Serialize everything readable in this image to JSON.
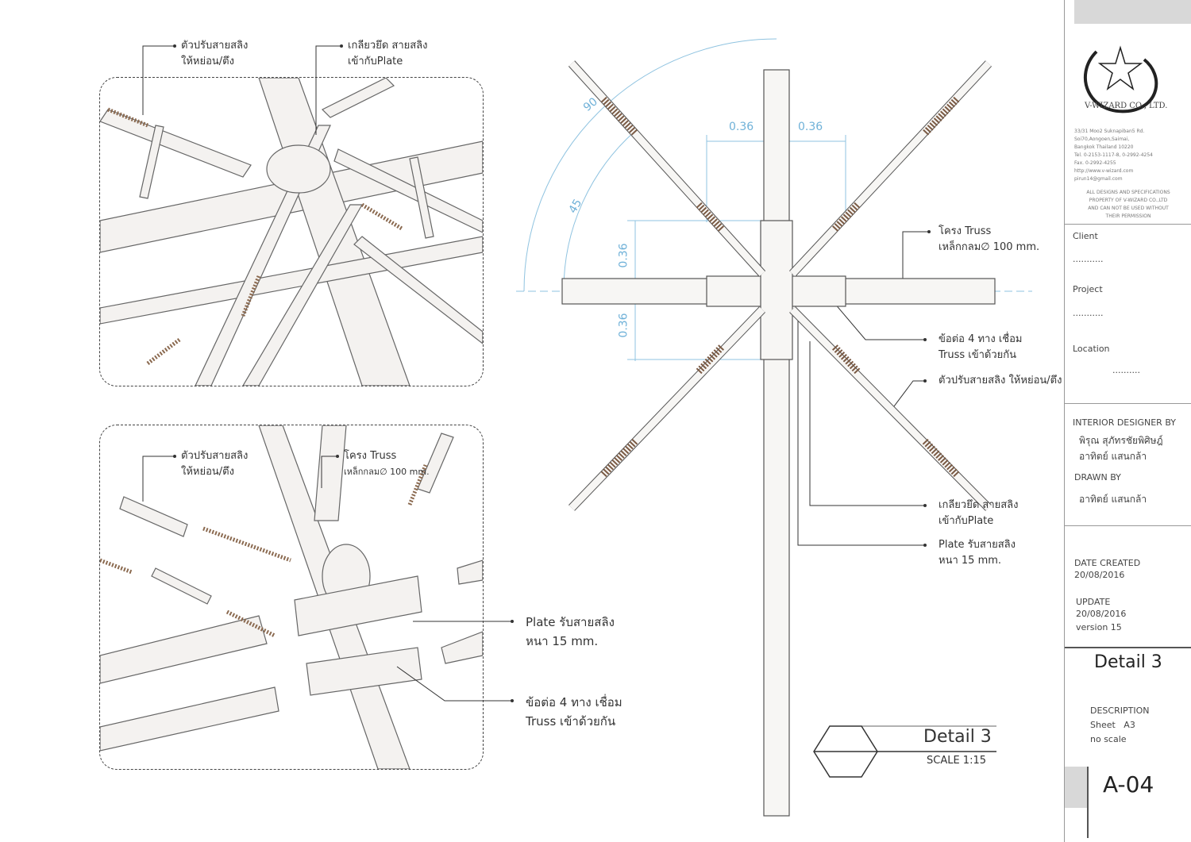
{
  "company": {
    "name": "V-WIZARD CO., LTD.",
    "address": [
      "33/31 Moo2 Suknapiban5 Rd.",
      "Soi70,Aongoen,Saimai,",
      "Bangkok Thailand 10220",
      "Tel. 0-2153-1117-8, 0-2992-4254",
      "Fax. 0-2992-4255",
      "http://www.v-wizard.com",
      "pirun14@gmail.com"
    ],
    "notice": [
      "ALL DESIGNS AND SPECIFICATIONS",
      "PROPERTY OF V-WIZARD CO.,LTD",
      "AND CAN NOT BE USED WITHOUT",
      "THEIR PERMISSION"
    ]
  },
  "titleblock": {
    "client_label": "Client",
    "client_value": "...........",
    "project_label": "Project",
    "project_value": "...........",
    "location_label": "Location",
    "location_value": "..........",
    "designer_label": "INTERIOR DESIGNER BY",
    "designers": [
      "พิรุณ สุภัทรชัยพิศิษฎ์",
      "อาทิตย์ แสนกล้า"
    ],
    "drawn_label": "DRAWN BY",
    "drawn_by": "อาทิตย์ แสนกล้า",
    "date_created_label": "DATE CREATED",
    "date_created": "20/08/2016",
    "update_label": "UPDATE",
    "update": "20/08/2016",
    "version": "version 15",
    "title": "Detail 3",
    "description_label": "DESCRIPTION",
    "sheet": "Sheet   A3",
    "scale": "no scale",
    "sheet_no": "A-04"
  },
  "detail_tag": {
    "title": "Detail 3",
    "scale": "SCALE 1:15"
  },
  "dimensions": {
    "d1": "0.36",
    "d2": "0.36",
    "d3": "0.36",
    "d4": "0.36",
    "angle45": "45",
    "angle90": "90"
  },
  "callouts": {
    "top_left": [
      [
        "ตัวปรับสายสลิง",
        "ให้หย่อน/ตึง"
      ],
      [
        "เกลียวยึด สายสลิง",
        "เข้ากับPlate"
      ]
    ],
    "bottom_left": [
      [
        "ตัวปรับสายสลิง",
        "ให้หย่อน/ตึง"
      ],
      [
        "โครง Truss",
        "เหล็กกลม∅ 100 mm."
      ],
      [
        "Plate รับสายสลิง",
        "หนา 15 mm."
      ],
      [
        "ข้อต่อ 4 ทาง เชื่อม",
        "Truss เข้าด้วยกัน"
      ]
    ],
    "plan": [
      [
        "โครง Truss",
        "เหล็กกลม∅  100 mm."
      ],
      [
        "ข้อต่อ 4 ทาง เชื่อม",
        "Truss เข้าด้วยกัน"
      ],
      [
        "ตัวปรับสายสลิง ให้หย่อน/ตึง"
      ],
      [
        "เกลียวยึด สายสลิง",
        "เข้ากับPlate"
      ],
      [
        "Plate รับสายสลิง",
        "หนา 15 mm."
      ]
    ]
  }
}
